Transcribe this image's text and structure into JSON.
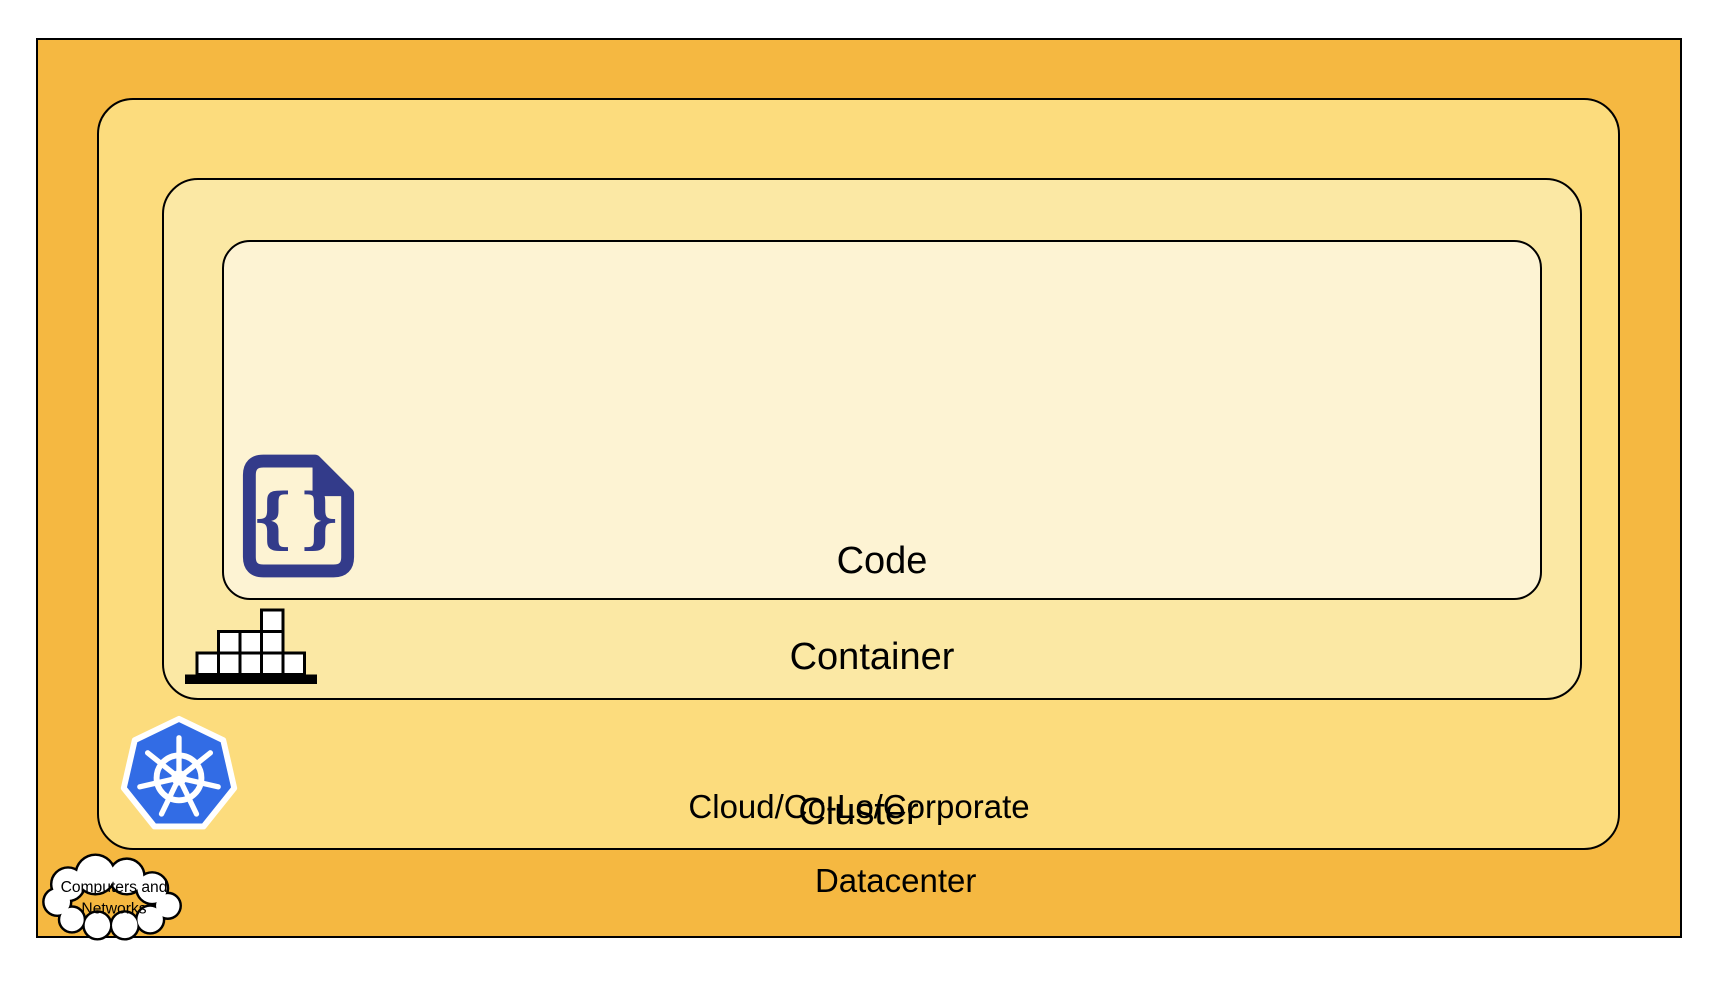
{
  "layers": {
    "datacenter": {
      "label_line1": "Cloud/Co-Lo/Corporate",
      "label_line2": "Datacenter"
    },
    "cluster": {
      "label": "Cluster"
    },
    "container": {
      "label": "Container"
    },
    "code": {
      "label": "Code"
    }
  },
  "cloud_callout": {
    "line1": "Computers and",
    "line2": "Networks"
  },
  "code_icon": {
    "braces": "{}"
  },
  "icons": {
    "code_file": "code-file-icon",
    "container_blocks": "container-blocks-icon",
    "kubernetes": "kubernetes-icon",
    "computers_cloud": "cloud-icon"
  },
  "colors": {
    "datacenter_fill": "#F5B841",
    "cluster_fill": "#FCDC7D",
    "container_fill": "#FBE8A4",
    "code_fill": "#FDF3D3",
    "outline": "#000000",
    "code_icon_navy": "#333B8A",
    "kubernetes_blue": "#326CE5",
    "icon_white": "#FFFFFF"
  }
}
